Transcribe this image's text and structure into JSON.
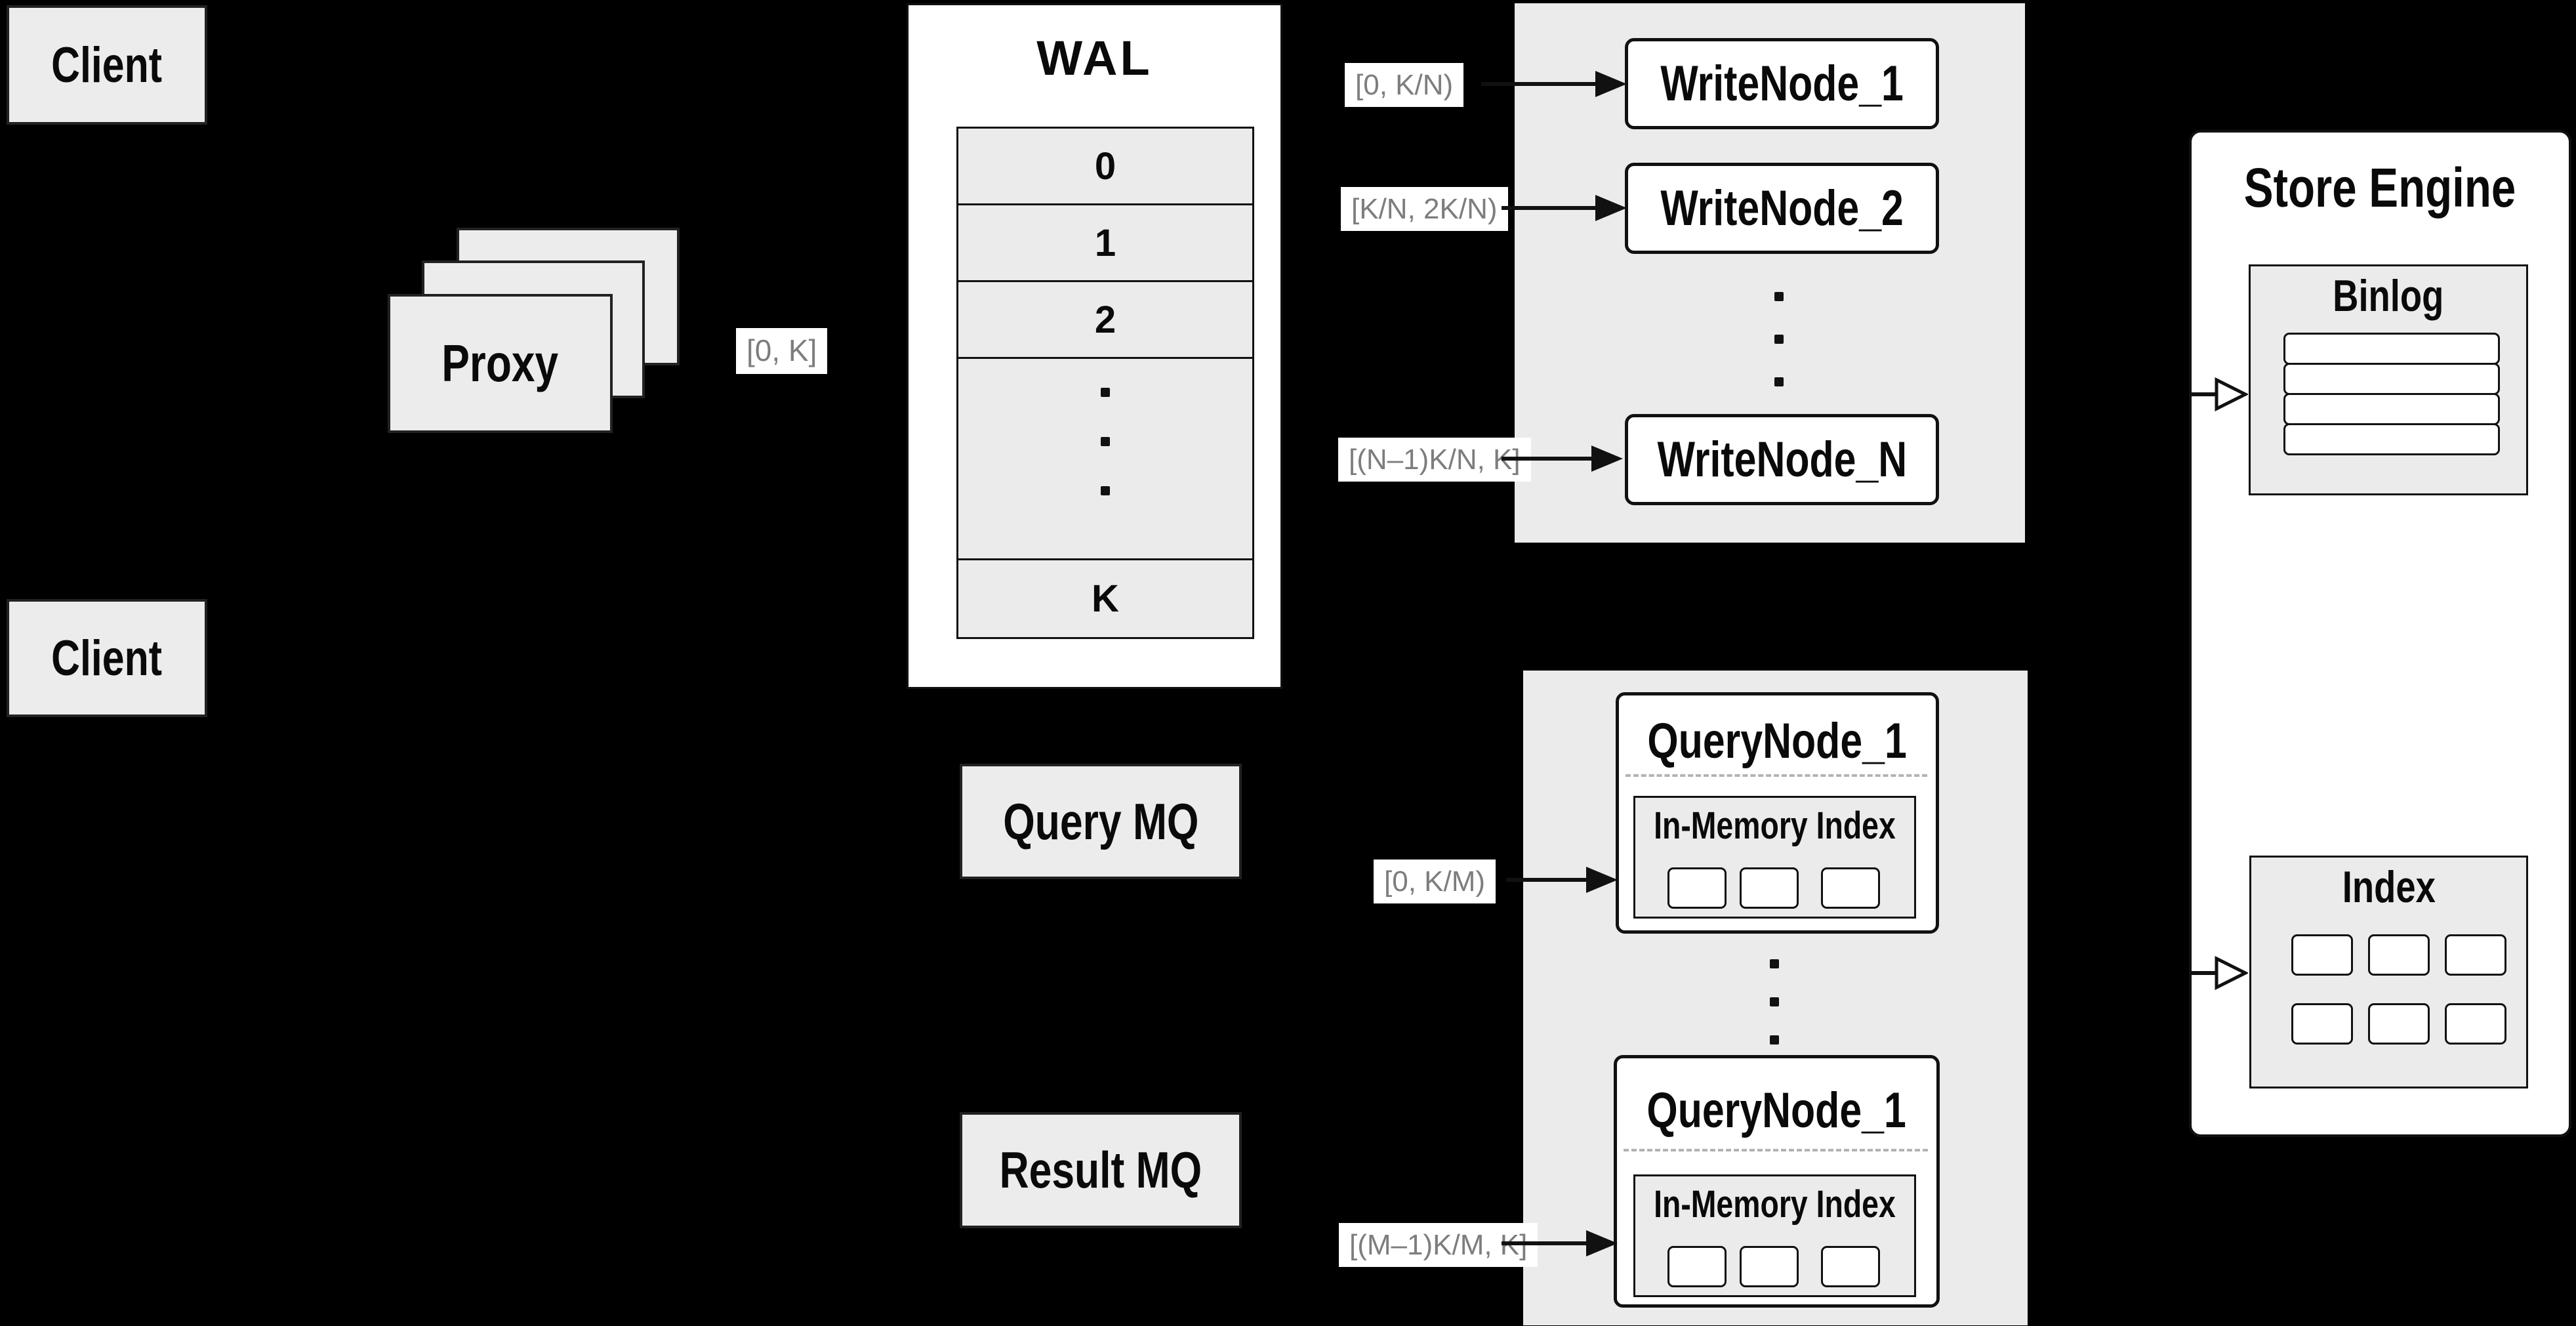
{
  "clients": {
    "top": "Client",
    "bottom": "Client"
  },
  "proxy": {
    "label": "Proxy",
    "stack_count": 3
  },
  "range_labels": {
    "proxy_to_wal": "[0, K]",
    "wal_to_write_1": "[0, K/N)",
    "wal_to_write_2": "[K/N, 2K/N)",
    "wal_to_write_n": "[(N–1)K/N, K]",
    "query_1": "[0, K/M)",
    "query_m": "[(M–1)K/M, K]"
  },
  "wal": {
    "title": "WAL",
    "rows": [
      "0",
      "1",
      "2",
      "K"
    ],
    "ellipsis_dots": 3
  },
  "write_group": {
    "nodes": [
      "WriteNode_1",
      "WriteNode_2",
      "WriteNode_N"
    ],
    "ellipsis_dots": 3
  },
  "mq": {
    "query_label": "Query MQ",
    "result_label": "Result MQ"
  },
  "query_group": {
    "nodes": [
      {
        "title": "QueryNode_1",
        "subtitle": "In-Memory Index",
        "cell_count": 3
      },
      {
        "title": "QueryNode_1",
        "subtitle": "In-Memory Index",
        "cell_count": 3
      }
    ],
    "ellipsis_dots": 3
  },
  "store_engine": {
    "title": "Store Engine",
    "binlog_title": "Binlog",
    "binlog_row_count": 4,
    "index_title": "Index",
    "index_cell_count": 6
  },
  "colors": {
    "background": "#000000",
    "panel_fill": "#ebebeb",
    "box_fill": "#ffffff",
    "line": "#111111",
    "muted_label_text": "#7d7d7d"
  }
}
